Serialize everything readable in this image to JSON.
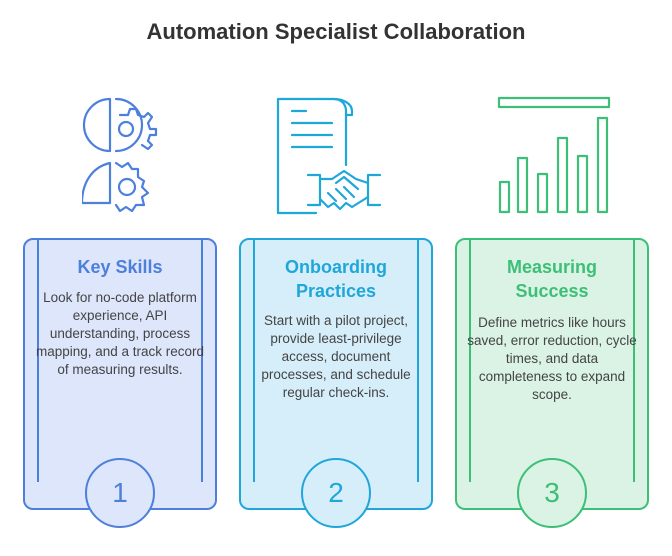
{
  "title": "Automation Specialist Collaboration",
  "cards": [
    {
      "title": "Key Skills",
      "text": "Look for no-code platform experience, API understanding, process mapping, and a track record of measuring results.",
      "number": "1",
      "icon": "head-gears-icon",
      "color": "#4d7fdc",
      "bg": "#dde6fb"
    },
    {
      "title": "Onboarding\nPractices",
      "text": "Start with a pilot project, provide least-privilege access, document processes, and schedule regular check-ins.",
      "number": "2",
      "icon": "document-handshake-icon",
      "color": "#1fa7d9",
      "bg": "#d6eefa"
    },
    {
      "title": "Measuring\nSuccess",
      "text": "Define metrics like hours saved, error reduction, cycle times, and data completeness to expand scope.",
      "number": "3",
      "icon": "bar-chart-icon",
      "color": "#3dbf78",
      "bg": "#daf3e4"
    }
  ]
}
